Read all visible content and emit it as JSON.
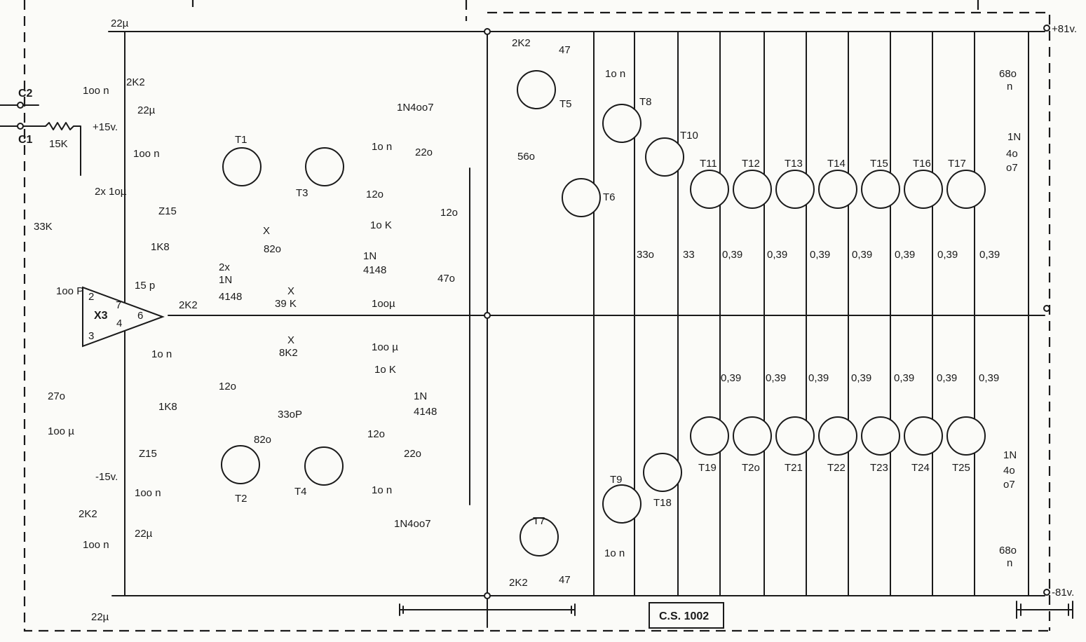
{
  "labels": {
    "board": "C.S. 1002",
    "rail_pos": "+81v.",
    "rail_neg": "-81v.",
    "plus15": "+15v.",
    "minus15": "-15v.",
    "in_c1": "C1",
    "in_c2": "C2"
  },
  "opamp": {
    "name": "X3",
    "pin2": "2",
    "pin3": "3",
    "pin4": "4",
    "pin6": "6",
    "pin7": "7"
  },
  "transistors": [
    "T1",
    "T2",
    "T3",
    "T4",
    "T5",
    "T6",
    "T7",
    "T8",
    "T9",
    "T10",
    "T18"
  ],
  "outputs_top": [
    "T11",
    "T12",
    "T13",
    "T14",
    "T15",
    "T16",
    "T17"
  ],
  "outputs_bottom": [
    "T19",
    "T2o",
    "T21",
    "T22",
    "T23",
    "T24",
    "T25"
  ],
  "emitter_resistors": [
    "0,39",
    "0,39",
    "0,39",
    "0,39",
    "0,39",
    "0,39",
    "0,39"
  ],
  "emitter_resistors_bottom": [
    "0,39",
    "0,39",
    "0,39",
    "0,39",
    "0,39",
    "0,39",
    "0,39"
  ],
  "components": {
    "c22u_top": "22µ",
    "c100n_top": "1oo n",
    "r2k2_top": "2K2",
    "c22u_15": "22µ",
    "c100n_15": "1oo n",
    "z15_top": "Z15",
    "r15k": "15K",
    "c2x10u": "2x 1oµ",
    "r33k": "33K",
    "c100p": "1oo P",
    "c15p": "15 p",
    "r1k8_top": "1K8",
    "d2x": "2x",
    "d1n_a": "1N",
    "d4148_a": "4148",
    "r2k2_out": "2K2",
    "c10n_out": "1o n",
    "r27o": "27o",
    "c100u_l": "1oo µ",
    "r1k8_bot": "1K8",
    "z15_bot": "Z15",
    "c100n_bot": "1oo n",
    "r2k2_bot": "2K2",
    "c22u_bot": "22µ",
    "c100n_bot2": "1oo n",
    "c22u_bot2": "22µ",
    "r820_a": "82o",
    "r820_b": "82o",
    "rx": "X",
    "r39k": "39 K",
    "r8k2": "8K2",
    "c330p": "33oP",
    "r120_l": "12o",
    "c10n_t3": "1o n",
    "r220_t3": "22o",
    "r120_t3": "12o",
    "r10k_a": "1o K",
    "d1n_b": "1N",
    "d4148_b": "4148",
    "c100u_a": "1ooµ",
    "c100u_b": "1oo µ",
    "r10k_b": "1o K",
    "d1n_c": "1N",
    "d4148_c": "4148",
    "r120_t4": "12o",
    "r220_t4": "22o",
    "c10n_t4": "1o n",
    "d1n4007_a": "1N4oo7",
    "d1n4007_b": "1N4oo7",
    "r120_trim": "12o",
    "pot470": "47o",
    "r2k2_t5": "2K2",
    "r47_t5": "47",
    "c10n_t8": "1o n",
    "r56o": "56o",
    "r2k2_t7": "2K2",
    "r47_t7": "47",
    "c10n_t9": "1o n",
    "r33o": "33o",
    "r33": "33",
    "c680_top": "68o",
    "c680_top_n": "n",
    "c680_bot": "68o",
    "c680_bot_n": "n",
    "d_top_1n": "1N",
    "d_top_40": "4o",
    "d_top_07": "o7",
    "d_bot_1n": "1N",
    "d_bot_40": "4o",
    "d_bot_07": "o7"
  }
}
